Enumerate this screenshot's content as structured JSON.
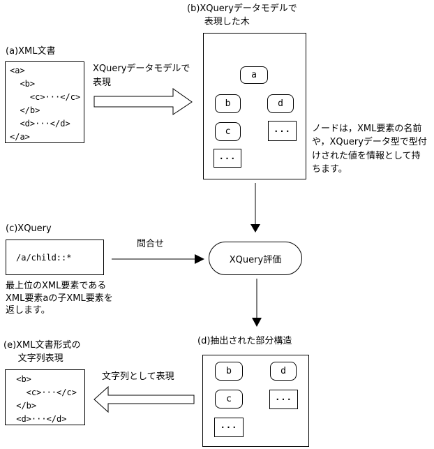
{
  "section_a": {
    "label": "(a)XML文書",
    "code": "<a>\n  <b>\n    <c>···</c>\n  </b>\n  <d>···</d>\n</a>"
  },
  "arrow_model": {
    "label": "XQueryデータモデルで\n表現"
  },
  "section_b": {
    "label": "(b)XQueryデータモデルで\n      表現した木",
    "node_a": "a",
    "node_b": "b",
    "node_c": "c",
    "node_d": "d",
    "text_node_c": "···",
    "text_node_d": "···",
    "note": "ノードは，XML要素の名前\nや，XQueryデータ型で型付\nけされた値を情報として持\nちます。"
  },
  "section_c": {
    "label": "(c)XQuery",
    "query": "/a/child::*",
    "description": "最上位のXML要素である\nXML要素aの子XML要素を\n返します。"
  },
  "arrow_query": {
    "label": "問合せ"
  },
  "evaluation": {
    "label": "XQuery評価"
  },
  "section_d": {
    "label": "(d)抽出された部分構造",
    "node_b": "b",
    "node_c": "c",
    "node_d": "d",
    "text_node_c": "···",
    "text_node_d": "···"
  },
  "arrow_string": {
    "label": "文字列として表現"
  },
  "section_e": {
    "label": "(e)XML文書形式の\n     文字列表現",
    "code": " <b>\n   <c>···</c>\n </b>\n <d>···</d>"
  },
  "colors": {
    "line": "#000000",
    "background": "#ffffff",
    "text": "#000000"
  }
}
